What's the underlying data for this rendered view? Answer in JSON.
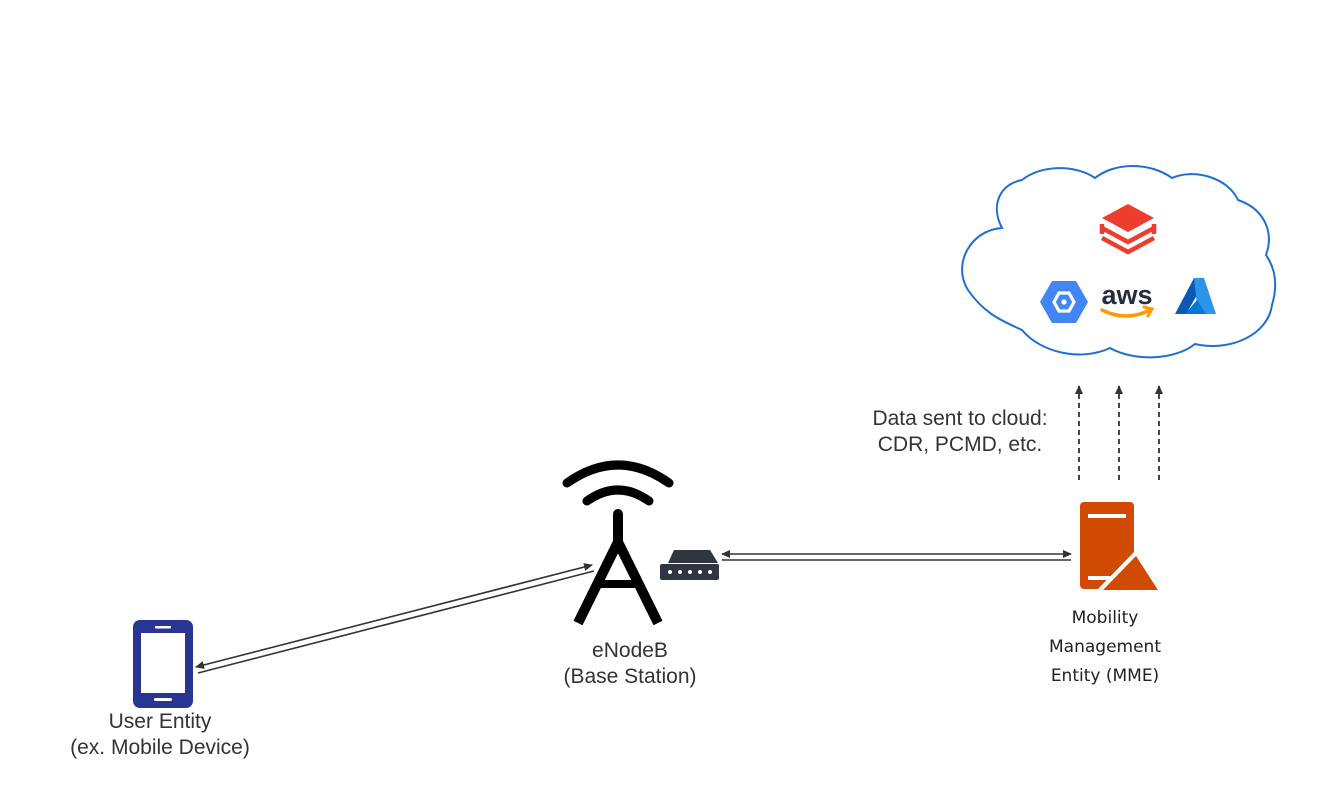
{
  "nodes": {
    "user_entity": {
      "line1": "User Entity",
      "line2": "(ex. Mobile Device)"
    },
    "enodeb": {
      "line1": "eNodeB",
      "line2": "(Base Station)"
    },
    "mme": {
      "line1": "Mobility",
      "line2": "Management",
      "line3": "Entity (MME)"
    }
  },
  "cloud_note": {
    "line1": "Data sent to cloud:",
    "line2": "CDR, PCMD, etc."
  },
  "cloud": {
    "logos": [
      "databricks-logo",
      "google-cloud-logo",
      "aws-logo",
      "azure-logo"
    ],
    "aws_text": "aws"
  },
  "colors": {
    "cloud_outline": "#1f6fd1",
    "phone": "#283593",
    "server": "#d04a02",
    "databricks": "#ee3d2c",
    "gcp": "#4285f4",
    "aws_text": "#232f3e",
    "aws_smile": "#ff9900",
    "azure": "#0078d4",
    "connector": "#333333"
  }
}
